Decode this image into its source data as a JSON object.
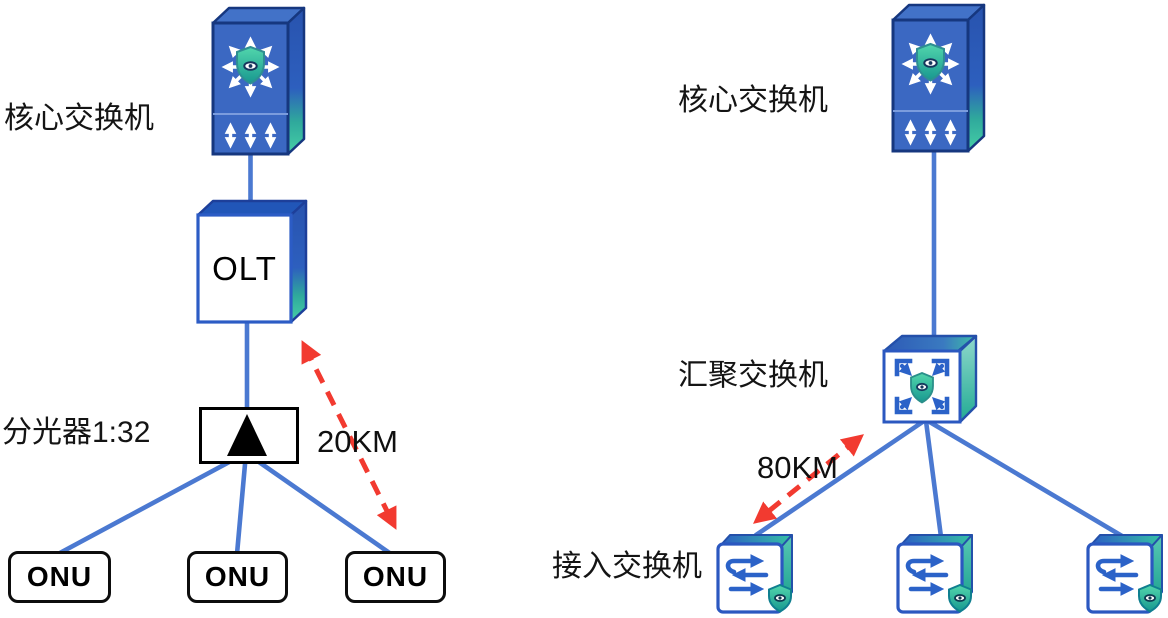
{
  "left_topology": {
    "core_switch_label": "核心交换机",
    "olt_label": "OLT",
    "splitter_label": "分光器1:32",
    "distance_label": "20KM",
    "onu_nodes": [
      {
        "label": "ONU"
      },
      {
        "label": "ONU"
      },
      {
        "label": "ONU"
      }
    ]
  },
  "right_topology": {
    "core_switch_label": "核心交换机",
    "aggregation_switch_label": "汇聚交换机",
    "access_switch_label": "接入交换机",
    "distance_label": "80KM",
    "access_switch_count": 3
  },
  "icons": {
    "core_switch": "core-switch-icon",
    "olt": "olt-box",
    "splitter": "optical-splitter-triangle-icon",
    "aggregation_switch": "aggregation-switch-icon",
    "access_switch": "access-switch-icon",
    "shield": "security-shield-eye-icon"
  },
  "colors": {
    "connector_blue": "#4b79d1",
    "distance_arrow_red": "#f23a30",
    "switch_body_blue": "#3b68c2",
    "switch_border_navy": "#16377f",
    "icon_arrow_blue": "#2b62c8",
    "shield_teal_light": "#52d6ac",
    "shield_teal_dark": "#17978f",
    "label_text": "#141414"
  }
}
